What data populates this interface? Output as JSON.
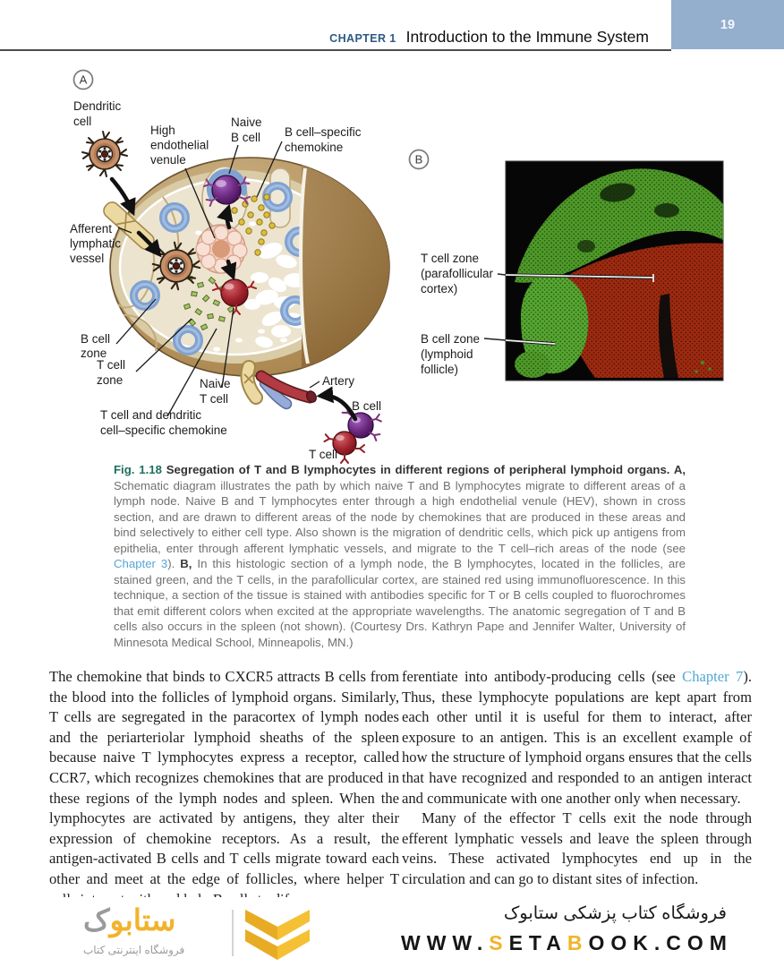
{
  "header": {
    "chapter_label": "CHAPTER 1",
    "title": "Introduction to the Immune System",
    "page_number": "19"
  },
  "figure": {
    "panel_a": {
      "marker": "A",
      "labels": {
        "dendritic_cell": [
          "Dendritic",
          "cell"
        ],
        "hev": [
          "High",
          "endothelial",
          "venule"
        ],
        "naive_b": [
          "Naive",
          "B cell"
        ],
        "b_chemokine": [
          "B cell–specific",
          "chemokine"
        ],
        "afferent": [
          "Afferent",
          "lymphatic",
          "vessel"
        ],
        "b_zone": [
          "B cell",
          "zone"
        ],
        "t_zone": [
          "T cell",
          "zone"
        ],
        "naive_t": [
          "Naive",
          "T cell"
        ],
        "t_dc_chemokine": [
          "T cell and dendritic",
          "cell–specific chemokine"
        ],
        "artery": "Artery",
        "b_cell": "B cell",
        "t_cell": "T cell"
      }
    },
    "panel_b": {
      "marker": "B",
      "labels": {
        "t_zone": [
          "T cell zone",
          "(parafollicular",
          "cortex)"
        ],
        "b_zone": [
          "B cell zone",
          "(lymphoid",
          "follicle)"
        ]
      }
    }
  },
  "caption": {
    "fig_label": "Fig. 1.18",
    "title": " Segregation of T and B lymphocytes in different regions of peripheral lymphoid organs. ",
    "a_label": "A,",
    "body_a": " Schematic diagram illustrates the path by which naive T and B lymphocytes migrate to different areas of a lymph node. Naive B and T lymphocytes enter through a high endothelial venule (HEV), shown in cross section, and are drawn to different areas of the node by chemokines that are produced in these areas and bind selectively to either cell type. Also shown is the migration of dendritic cells, which pick up antigens from epithelia, enter through afferent lymphatic vessels, and migrate to the T cell–rich areas of the node (see ",
    "link_a": "Chapter 3",
    "after_link_a": "). ",
    "b_label": "B,",
    "body_b": " In this histologic section of a lymph node, the B lymphocytes, located in the follicles, are stained green, and the T cells, in the parafollicular cortex, are stained red using immunofluorescence. In this technique, a section of the tissue is stained with antibodies specific for T or B cells coupled to fluorochromes that emit different colors when excited at the appropriate wavelengths. The anatomic segregation of T and B cells also occurs in the spleen (not shown). (Courtesy Drs. Kathryn Pape and Jennifer Walter, University of Minnesota Medical School, Minneapolis, MN.)"
  },
  "body": {
    "left_paragraph": "The chemokine that binds to CXCR5 attracts B cells from the blood into the follicles of lymphoid organs. Similarly, T cells are segregated in the paracortex of lymph nodes and the periarteriolar lymphoid sheaths of the spleen because naive T lymphocytes express a receptor, called CCR7, which recognizes chemokines that are produced in these regions of the lymph nodes and spleen. When the lymphocytes are activated by antigens, they alter their expression of chemokine receptors. As a result, the antigen-activated B cells and T cells migrate toward each other and meet at the edge of follicles, where helper T cells interact with and help B cells to dif-",
    "right_para1_pre": "ferentiate into antibody-producing cells (see ",
    "right_para1_link": "Chapter 7",
    "right_para1_post": "). Thus, these lymphocyte populations are kept apart from each other until it is useful for them to interact, after exposure to an antigen. This is an excellent example of how the structure of lymphoid organs ensures that the cells that have recognized and responded to an antigen interact and communicate with one another only when necessary.",
    "right_para2": "Many of the effector T cells exit the node through efferent lymphatic vessels and leave the spleen through veins. These activated lymphocytes end up in the circulation and can go to distant sites of infection."
  },
  "footer": {
    "logo_main": "ستابو",
    "logo_last": "ک",
    "logo_tagline": "فروشگاه اینترنتی کتاب",
    "store_name": "فروشگاه کتاب پزشکی ستابوک",
    "url_www": "WWW.",
    "url_s": "S",
    "url_eta": "ETA",
    "url_b": "B",
    "url_ook": "OOK.COM"
  },
  "colors": {
    "header_blue": "#94aecd",
    "chapter_blue": "#2d5a85",
    "figure_teal": "#1d6f5e",
    "link_blue": "#54a7d6",
    "brand_yellow": "#f2b32c",
    "b_cell_purple": "#6b2a80",
    "t_cell_red": "#a3242e",
    "follicle_green": "#4e9a28",
    "paracortex_red": "#9e2a10"
  }
}
